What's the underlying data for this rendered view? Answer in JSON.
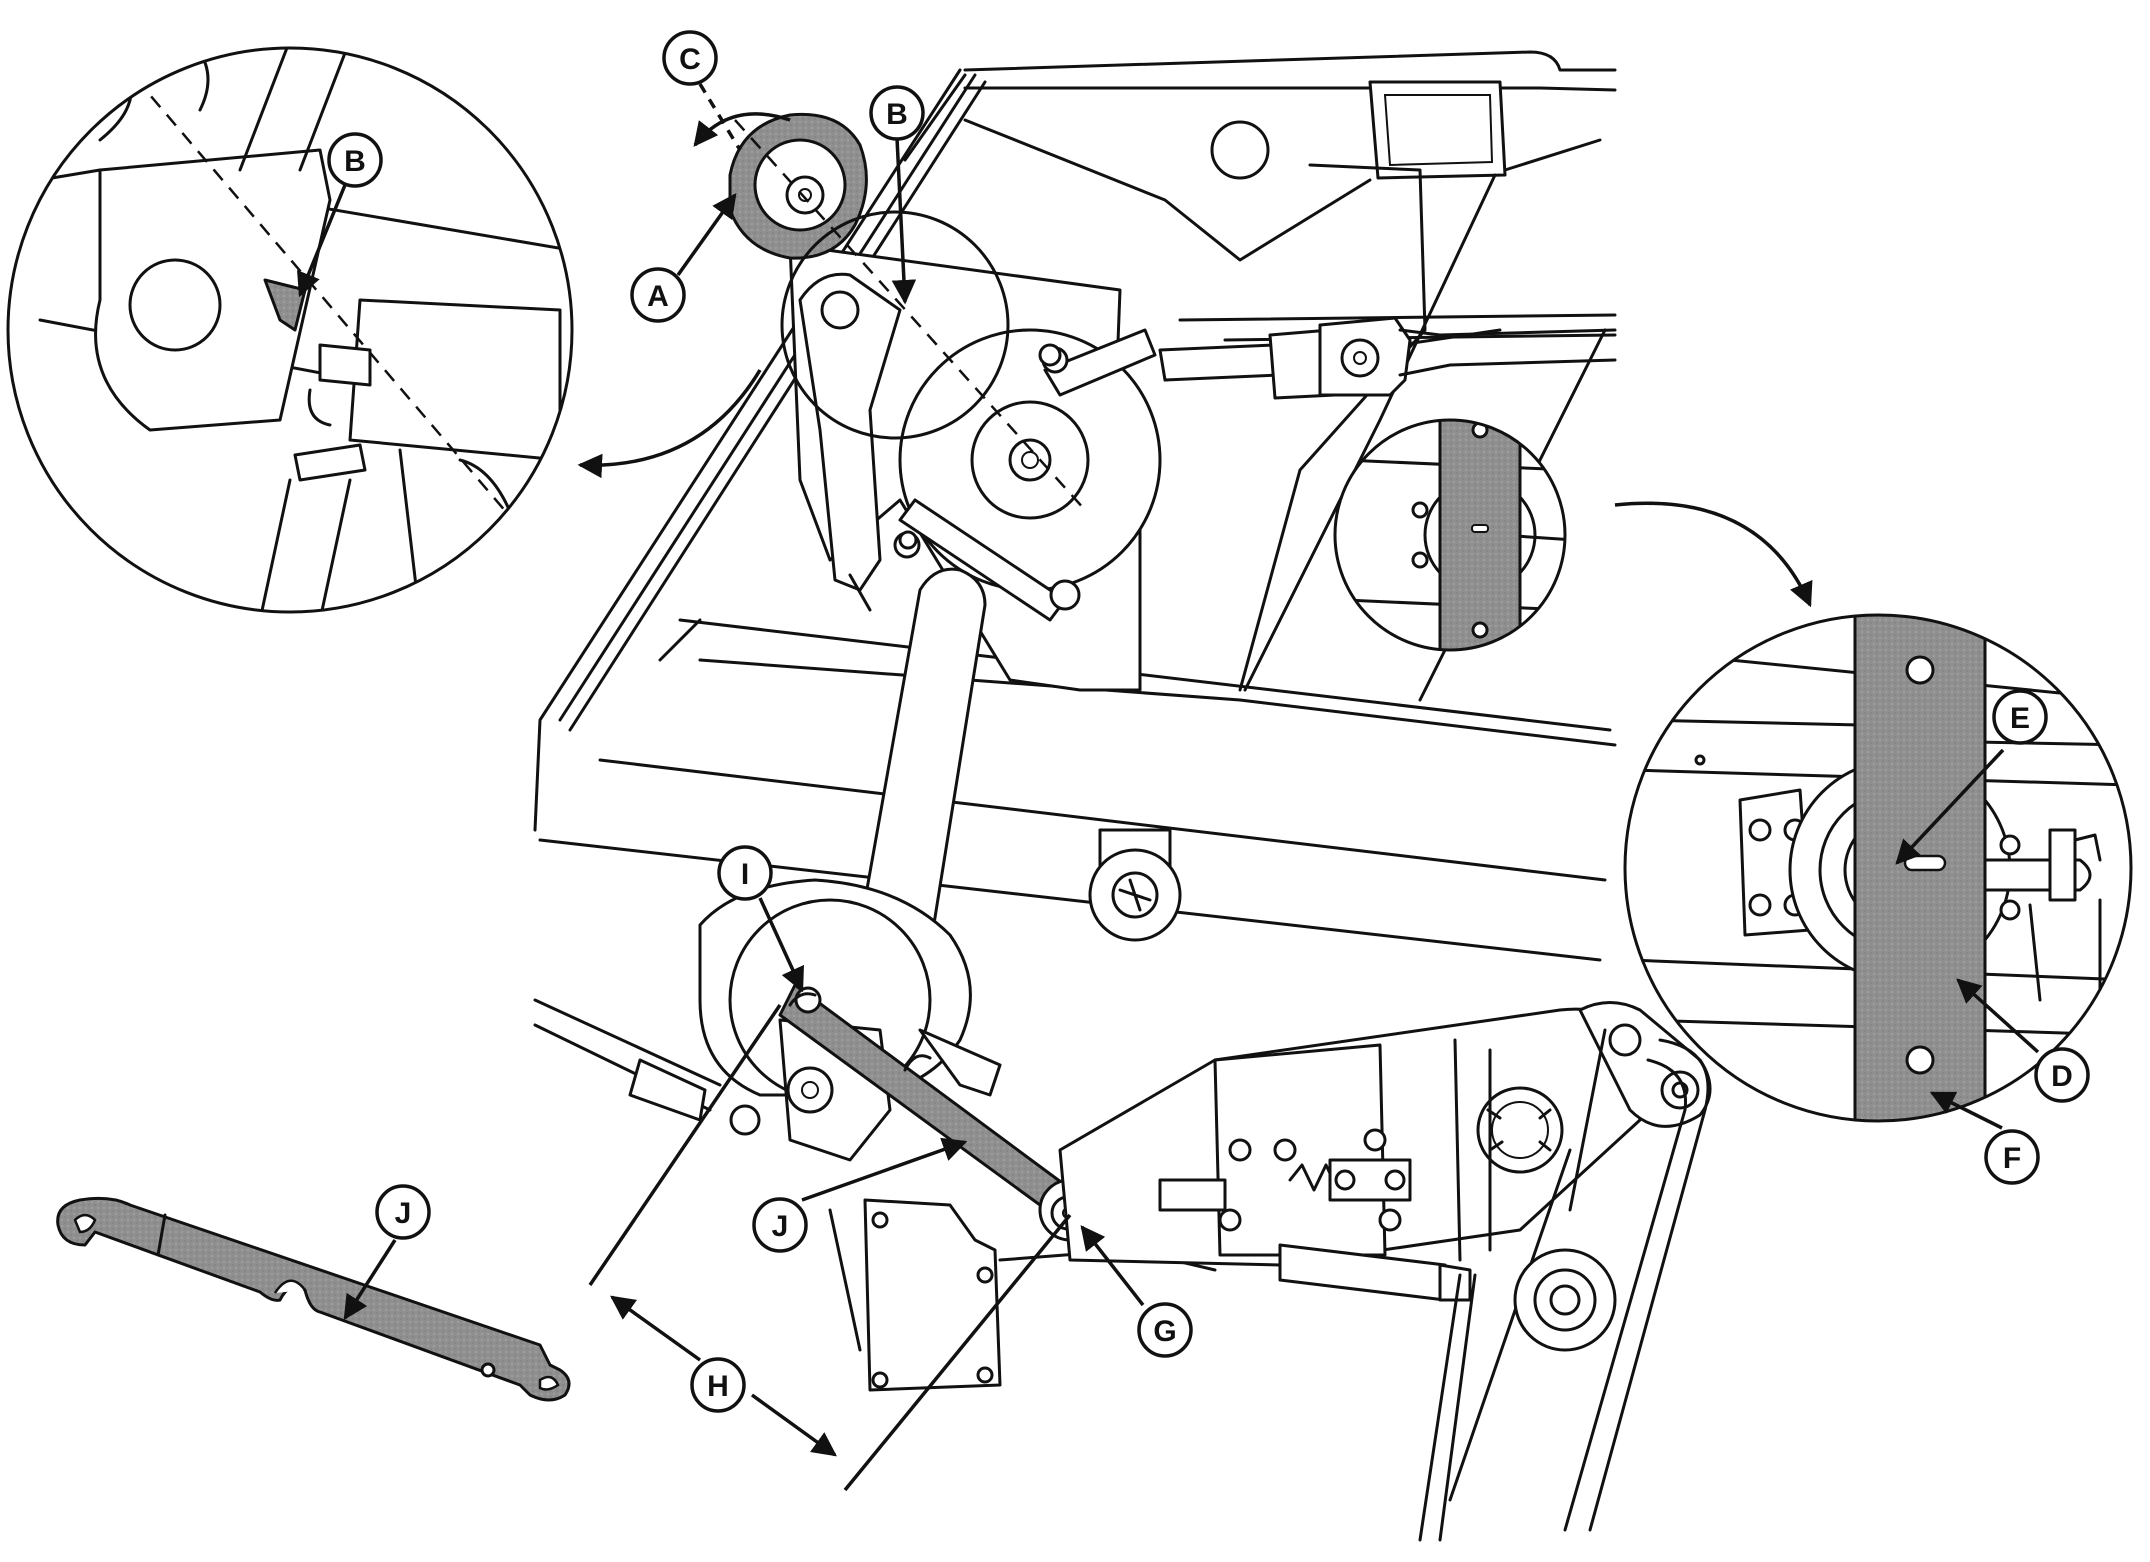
{
  "colors": {
    "ink": "#111111",
    "shade": "#8f8f8f",
    "paper": "#ffffff"
  },
  "callouts": {
    "A": "A",
    "B": "B",
    "C": "C",
    "D": "D",
    "E": "E",
    "F": "F",
    "G": "G",
    "H": "H",
    "I": "I",
    "J": "J"
  }
}
